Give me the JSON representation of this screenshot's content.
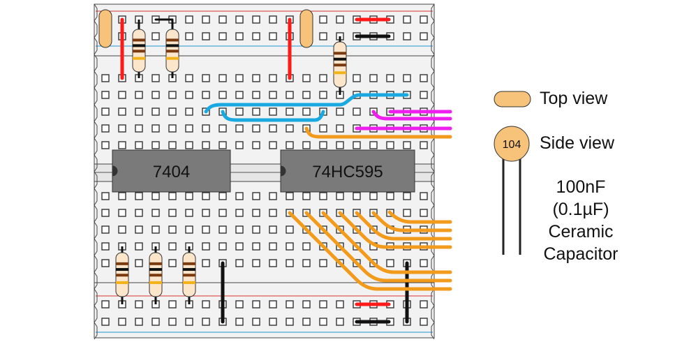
{
  "chips": [
    {
      "id": "chip-7404",
      "label": "7404"
    },
    {
      "id": "chip-74hc595",
      "label": "74HC595"
    }
  ],
  "legend": {
    "top_view_label": "Top view",
    "side_view_label": "Side view",
    "cap_code": "104",
    "caption_lines": [
      "100nF",
      "(0.1µF)",
      "Ceramic",
      "Capacitor"
    ]
  },
  "colors": {
    "red_wire": "#ff1a1a",
    "black_wire": "#111111",
    "blue_wire": "#1aa8e0",
    "magenta_wire": "#ee1fee",
    "orange_wire": "#f29a1c",
    "capacitor": "#f7c27a",
    "chip_body": "#7a7a7a",
    "board": "#f2f2f2",
    "rail_red_line": "#e05a5a",
    "rail_blue_line": "#4aa8d8"
  }
}
